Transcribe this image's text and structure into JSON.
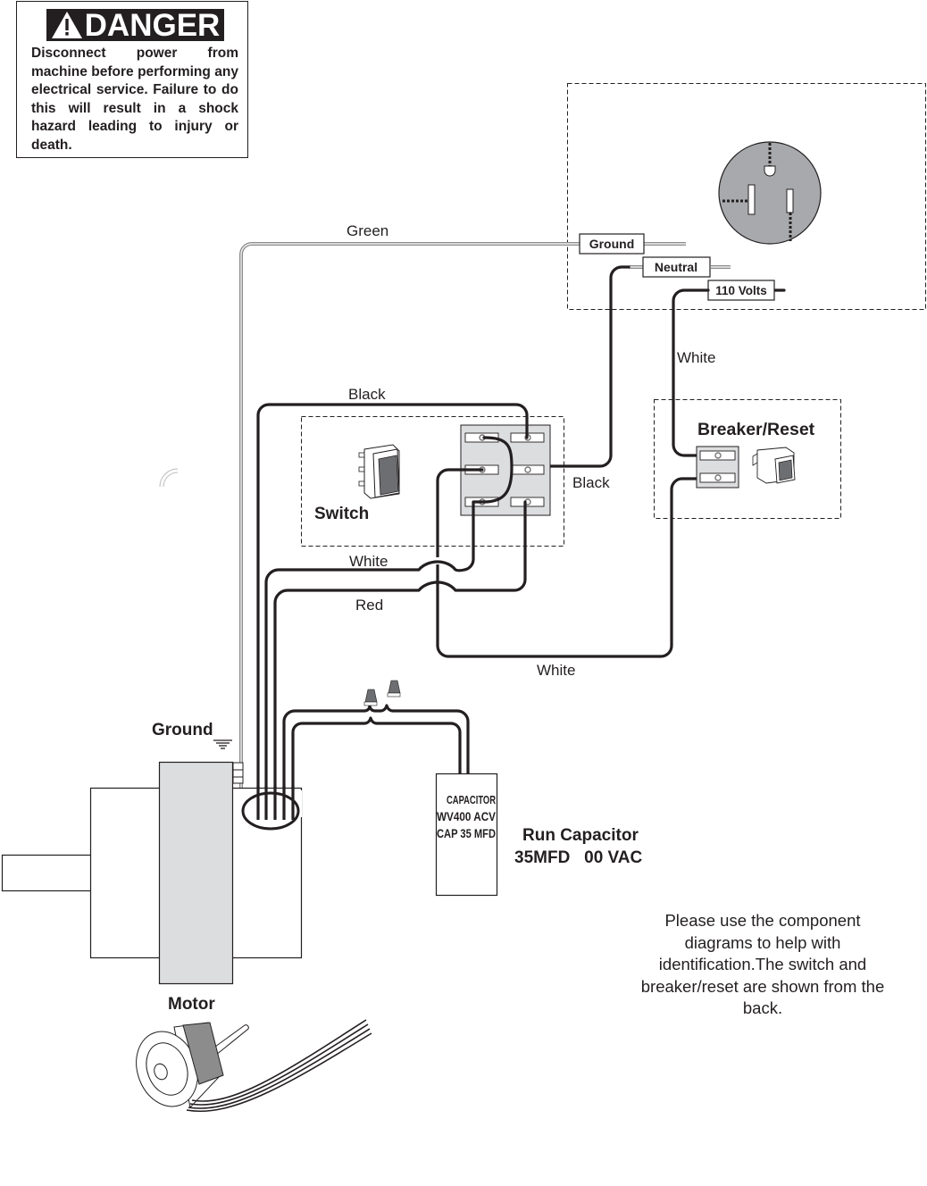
{
  "danger": {
    "icon": "warning-triangle-icon",
    "title": "DANGER",
    "text": "Disconnect power from machine before performing any electrical service. Failure to do this will result in a shock hazard leading to injury or death."
  },
  "outlet": {
    "terminals": {
      "ground": "Ground",
      "neutral": "Neutral",
      "hot": "110 Volts"
    }
  },
  "wires": {
    "green": "Green",
    "black_top": "Black",
    "black_right": "Black",
    "white_breaker": "White",
    "white_left": "White",
    "red": "Red",
    "white_bottom": "White"
  },
  "components": {
    "switch": "Switch",
    "breaker": "Breaker/Reset",
    "ground": "Ground",
    "motor": "Motor",
    "capacitor_body": {
      "line1": "CAPACITOR",
      "line2": "WV400 ACV",
      "line3": "CAP 35 MFD"
    },
    "run_capacitor": {
      "title": "Run Capacitor",
      "spec": "35MFD   00 VAC"
    }
  },
  "note": "Please use the component diagrams to help with identification.The switch and breaker/reset are shown from the back."
}
